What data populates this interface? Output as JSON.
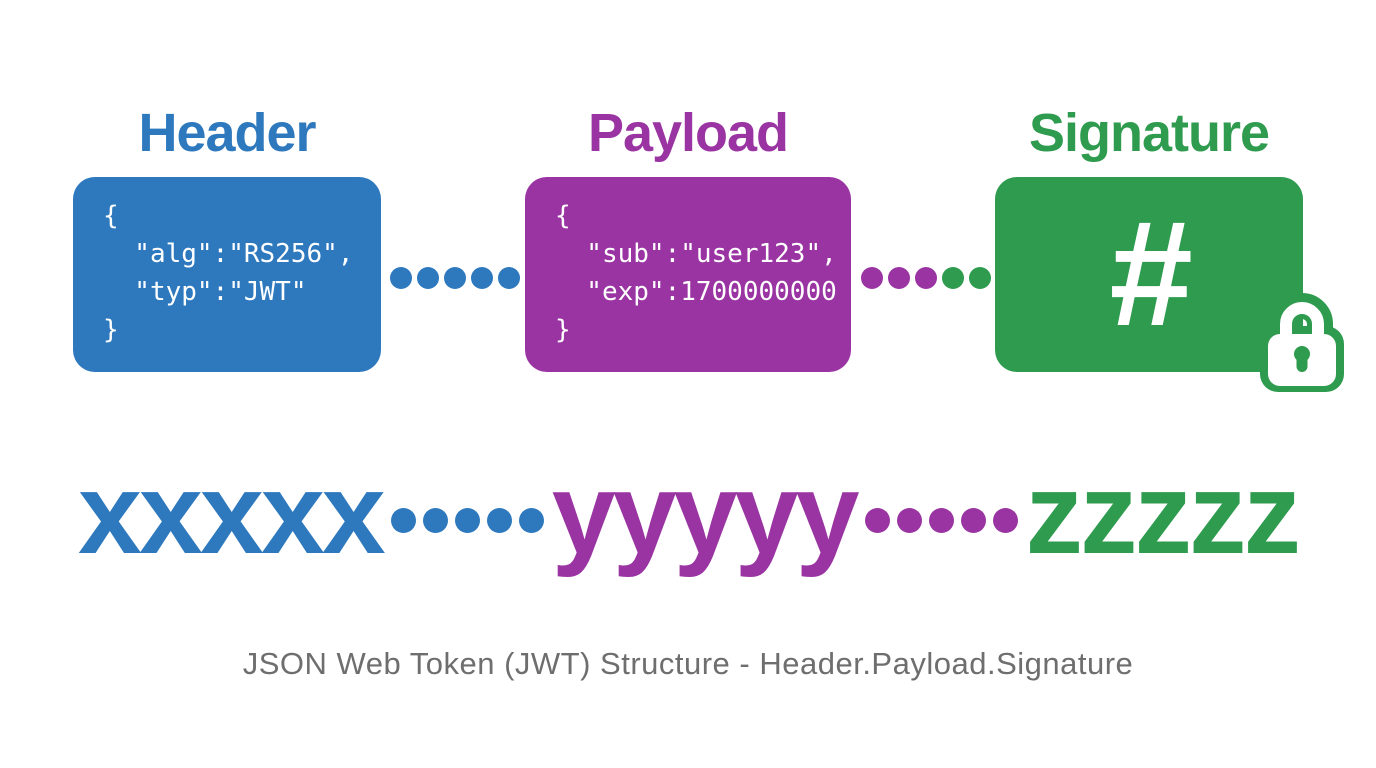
{
  "palette": {
    "blue": "#2e79be",
    "purple": "#9a34a2",
    "green": "#2e9b4e",
    "white": "#ffffff",
    "caption_gray": "#6e6e6e",
    "background": "#ffffff"
  },
  "sections": {
    "header": {
      "title": "Header",
      "color": "#2e79be",
      "code_lines": [
        "{",
        "  \"alg\":\"RS256\",",
        "  \"typ\":\"JWT\"",
        "}"
      ]
    },
    "payload": {
      "title": "Payload",
      "color": "#9a34a2",
      "code_lines": [
        "{",
        "  \"sub\":\"user123\",",
        "  \"exp\":1700000000",
        "}"
      ]
    },
    "signature": {
      "title": "Signature",
      "color": "#2e9b4e",
      "symbol": "#",
      "icon": "lock-icon"
    }
  },
  "connectors": {
    "header_to_payload": {
      "dot_colors": [
        "#2e79be",
        "#2e79be",
        "#2e79be",
        "#2e79be",
        "#2e79be"
      ]
    },
    "payload_to_signature": {
      "dot_colors": [
        "#9a34a2",
        "#9a34a2",
        "#9a34a2",
        "#2e9b4e",
        "#2e9b4e"
      ]
    }
  },
  "token_row": {
    "parts": [
      {
        "text": "xxxxx",
        "color": "#2e79be"
      },
      {
        "text": "yyyyy",
        "color": "#9a34a2"
      },
      {
        "text": "zzzzz",
        "color": "#2e9b4e"
      }
    ],
    "separators": [
      {
        "dot_colors": [
          "#2e79be",
          "#2e79be",
          "#2e79be",
          "#2e79be",
          "#2e79be"
        ]
      },
      {
        "dot_colors": [
          "#9a34a2",
          "#9a34a2",
          "#9a34a2",
          "#9a34a2",
          "#9a34a2"
        ]
      }
    ]
  },
  "caption": {
    "text": "JSON Web Token (JWT) Structure - Header.Payload.Signature",
    "color": "#6e6e6e"
  }
}
